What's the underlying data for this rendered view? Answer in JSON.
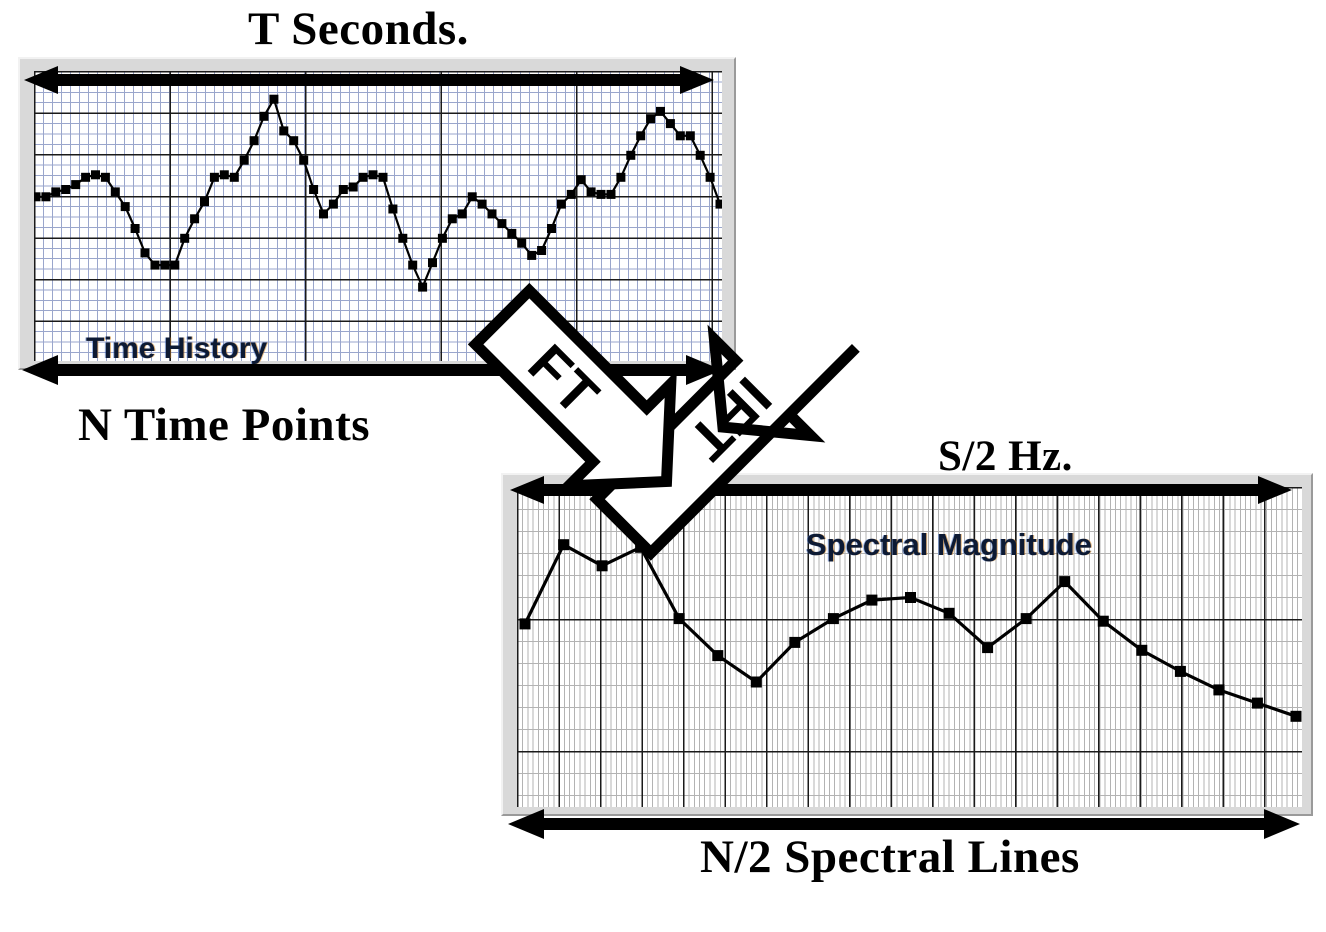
{
  "captions": {
    "top_time": "T Seconds.",
    "bottom_time": "N Time Points",
    "top_spectral": "S/2 Hz.",
    "bottom_spectral": "N/2 Spectral Lines"
  },
  "plot_labels": {
    "time": "Time History",
    "spectral": "Spectral Magnitude"
  },
  "transforms": {
    "forward": "FT",
    "inverse": "IFT"
  },
  "colors": {
    "ink": "#000000",
    "frame_face": "#d9d9d9",
    "frame_light": "#f2f2f2",
    "frame_shadow": "#9a9a9a",
    "plot_bg": "#ffffff",
    "time_minor_grid": "#9aa6cc",
    "spectral_minor_grid": "#b3b3b3",
    "major_grid": "#1a1a1a",
    "label_text": "#0d1a33"
  },
  "chart_data": [
    {
      "type": "line",
      "title": "Time History",
      "xlabel": "N Time Points",
      "ylabel": "",
      "annotations": [
        "T Seconds."
      ],
      "grid": true,
      "legend": "none",
      "xlim": [
        0,
        69
      ],
      "ylim": [
        0,
        100
      ],
      "x": [
        0,
        1,
        2,
        3,
        4,
        5,
        6,
        7,
        8,
        9,
        10,
        11,
        12,
        13,
        14,
        15,
        16,
        17,
        18,
        19,
        20,
        21,
        22,
        23,
        24,
        25,
        26,
        27,
        28,
        29,
        30,
        31,
        32,
        33,
        34,
        35,
        36,
        37,
        38,
        39,
        40,
        41,
        42,
        43,
        44,
        45,
        46,
        47,
        48,
        49,
        50,
        51,
        52,
        53,
        54,
        55,
        56,
        57,
        58,
        59,
        60,
        61,
        62,
        63,
        64,
        65,
        66,
        67,
        68,
        69
      ],
      "y": [
        55,
        55,
        57,
        58,
        60,
        63,
        64,
        63,
        57,
        51,
        42,
        32,
        27,
        27,
        27,
        38,
        46,
        53,
        63,
        64,
        63,
        70,
        78,
        88,
        95,
        82,
        78,
        70,
        58,
        48,
        52,
        58,
        59,
        63,
        64,
        63,
        50,
        38,
        27,
        18,
        28,
        38,
        46,
        48,
        55,
        52,
        48,
        44,
        40,
        36,
        31,
        33,
        42,
        52,
        56,
        62,
        57,
        56,
        56,
        63,
        72,
        80,
        87,
        90,
        85,
        80,
        80,
        72,
        63,
        52
      ]
    },
    {
      "type": "line",
      "title": "Spectral Magnitude",
      "xlabel": "N/2 Spectral Lines",
      "ylabel": "",
      "annotations": [
        "S/2 Hz."
      ],
      "grid": true,
      "legend": "none",
      "xlim": [
        0,
        20
      ],
      "ylim": [
        0,
        100
      ],
      "x": [
        0,
        1,
        2,
        3,
        4,
        5,
        6,
        7,
        8,
        9,
        10,
        11,
        12,
        13,
        14,
        15,
        16,
        17,
        18,
        19,
        20
      ],
      "y": [
        58,
        88,
        80,
        87,
        60,
        46,
        36,
        51,
        60,
        67,
        68,
        62,
        49,
        60,
        74,
        59,
        48,
        40,
        33,
        28,
        23
      ]
    }
  ]
}
